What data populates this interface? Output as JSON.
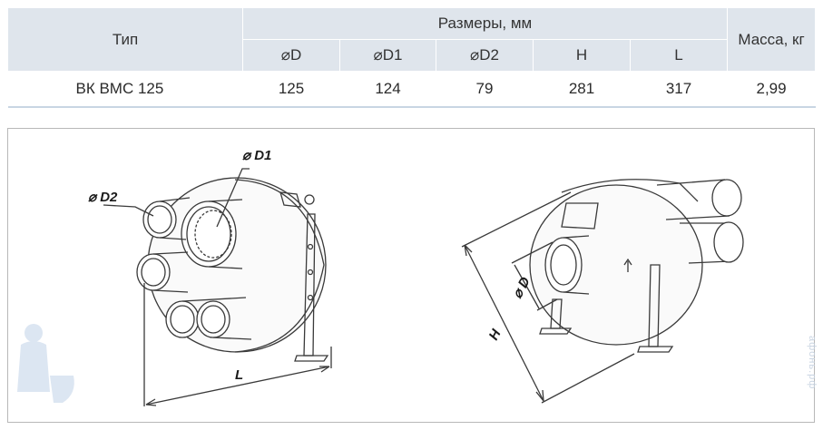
{
  "table": {
    "type_header": "Тип",
    "sizes_header": "Размеры, мм",
    "mass_header": "Масса, кг",
    "columns": [
      "⌀D",
      "⌀D1",
      "⌀D2",
      "H",
      "L"
    ],
    "row": {
      "name": "ВК ВМС 125",
      "values": [
        "125",
        "124",
        "79",
        "281",
        "317"
      ],
      "mass": "2,99"
    }
  },
  "drawing": {
    "labels": {
      "d1": "⌀ D1",
      "d2": "⌀ D2",
      "l": "L",
      "d": "⌀ D",
      "h": "H"
    }
  },
  "watermark": "афонь.рф"
}
